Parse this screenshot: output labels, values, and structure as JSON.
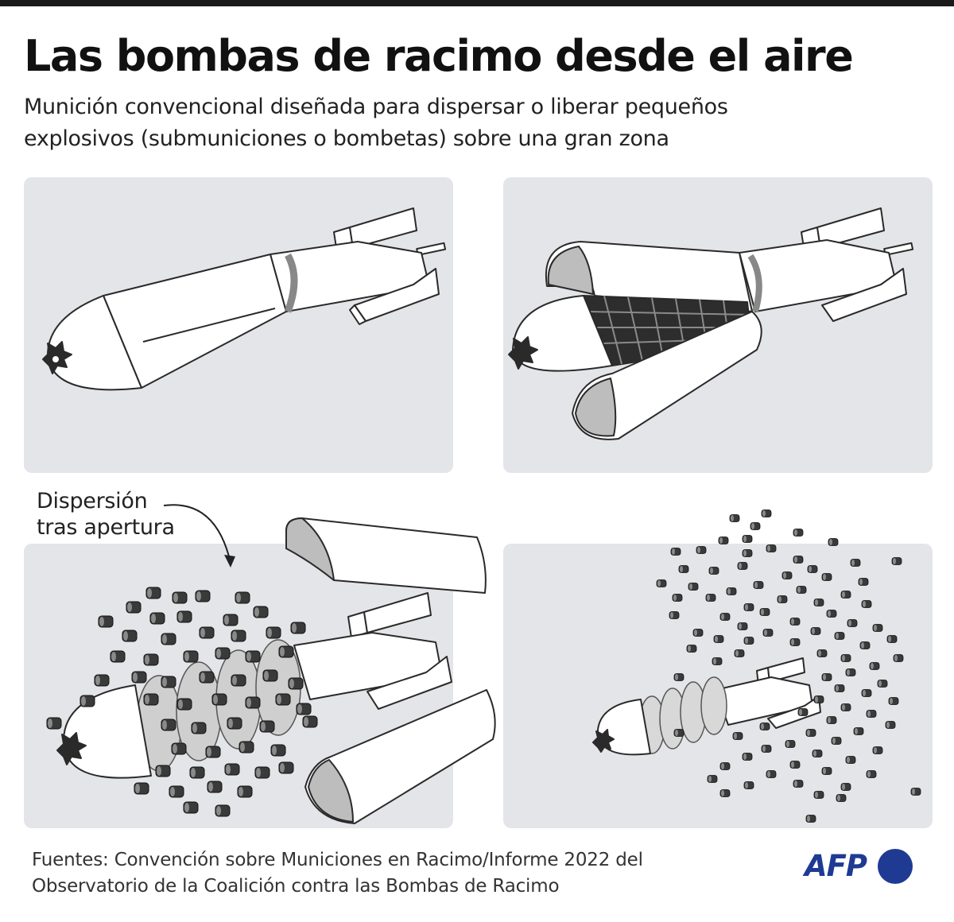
{
  "header": {
    "title": "Las bombas de racimo desde el aire",
    "subtitle": "Munición convencional diseñada para dispersar o liberar pequeños explosivos (submuniciones o bombetas) sobre una gran zona"
  },
  "annotation": {
    "text": "Dispersión\ntras apertura"
  },
  "footer": {
    "sources": "Fuentes: Convención sobre Municiones en Racimo/Informe 2022 del Observatorio de la Coalición contra las Bombas de Racimo",
    "logo": "AFP"
  },
  "colors": {
    "panel_bg": "#e3e5e8",
    "bomb_body": "#ffffff",
    "bomb_outline": "#2a2a2a",
    "submunition": "#3a3a3a",
    "casing_inner": "#bdbdbd",
    "afp_blue": "#1f3a93"
  }
}
